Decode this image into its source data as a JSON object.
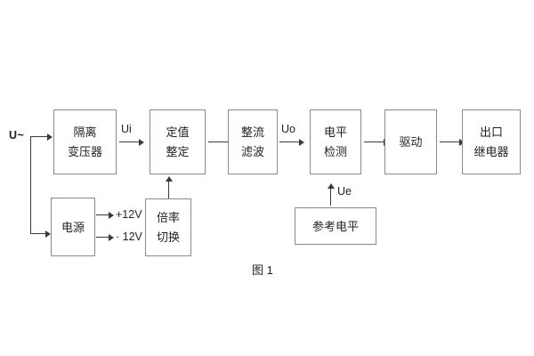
{
  "figure": {
    "caption": "图 1",
    "input_label": "U~",
    "border_color": "#8a8a8a",
    "line_color": "#3a3a3a",
    "text_color": "#231f20",
    "background": "#ffffff"
  },
  "blocks": [
    {
      "id": "isolation-transformer",
      "line1": "隔离",
      "line2": "变压器"
    },
    {
      "id": "setting-value",
      "line1": "定值",
      "line2": "整定"
    },
    {
      "id": "rectify-filter",
      "line1": "整流",
      "line2": "滤波"
    },
    {
      "id": "level-detect",
      "line1": "电平",
      "line2": "检测"
    },
    {
      "id": "drive",
      "line1": "驱动",
      "line2": ""
    },
    {
      "id": "output-relay",
      "line1": "出口",
      "line2": "继电器"
    },
    {
      "id": "power-supply",
      "line1": "电源",
      "line2": ""
    },
    {
      "id": "multiplier-switch",
      "line1": "倍率",
      "line2": "切换"
    },
    {
      "id": "reference-level",
      "line1": "参考电平",
      "line2": ""
    }
  ],
  "signals": {
    "ui": "Ui",
    "uo": "Uo",
    "ue": "Ue",
    "supply_positive": "+12V",
    "supply_negative": "· 12V"
  }
}
